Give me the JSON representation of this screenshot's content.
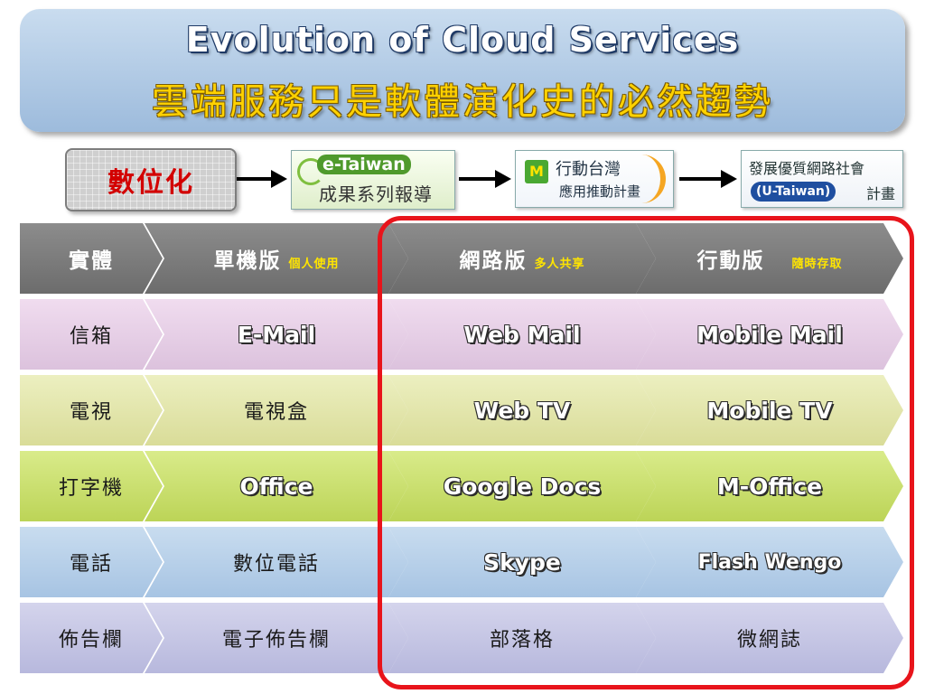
{
  "title": {
    "english": "Evolution of Cloud Services",
    "chinese": "雲端服務只是軟體演化史的必然趨勢"
  },
  "flow": {
    "start_label": "數位化",
    "etaiwan": {
      "brand": "e-Taiwan",
      "subtitle": "成果系列報導"
    },
    "mtaiwan": {
      "logo": "M",
      "line1": "行動台灣",
      "line2": "應用推動計畫"
    },
    "utaiwan": {
      "line1": "發展優質網路社會",
      "pill": "(U-Taiwan)",
      "line2": "計畫"
    }
  },
  "grid": {
    "header": {
      "c0": "實體",
      "c1": {
        "label": "單機版",
        "note": "個人使用"
      },
      "c2": {
        "label": "網路版",
        "note": "多人共享"
      },
      "c3": {
        "label": "行動版",
        "note": "隨時存取"
      }
    },
    "rows": [
      {
        "c0": "信箱",
        "c1": "E-Mail",
        "c2": "Web Mail",
        "c3": "Mobile Mail"
      },
      {
        "c0": "電視",
        "c1": "電視盒",
        "c2": "Web TV",
        "c3": "Mobile TV"
      },
      {
        "c0": "打字機",
        "c1": "Office",
        "c2": "Google Docs",
        "c3": "M-Office"
      },
      {
        "c0": "電話",
        "c1": "數位電話",
        "c2": "Skype",
        "c3": "Flash Wengo"
      },
      {
        "c0": "佈告欄",
        "c1": "電子佈告欄",
        "c2": "部落格",
        "c3": "微網誌"
      }
    ]
  },
  "colors": {
    "title_text": "#ffffff",
    "subtitle_text": "#ffd200",
    "highlight_border": "#e8141b",
    "digital_text": "#d30000"
  },
  "icons": {
    "arrow": "right-arrow-icon"
  }
}
